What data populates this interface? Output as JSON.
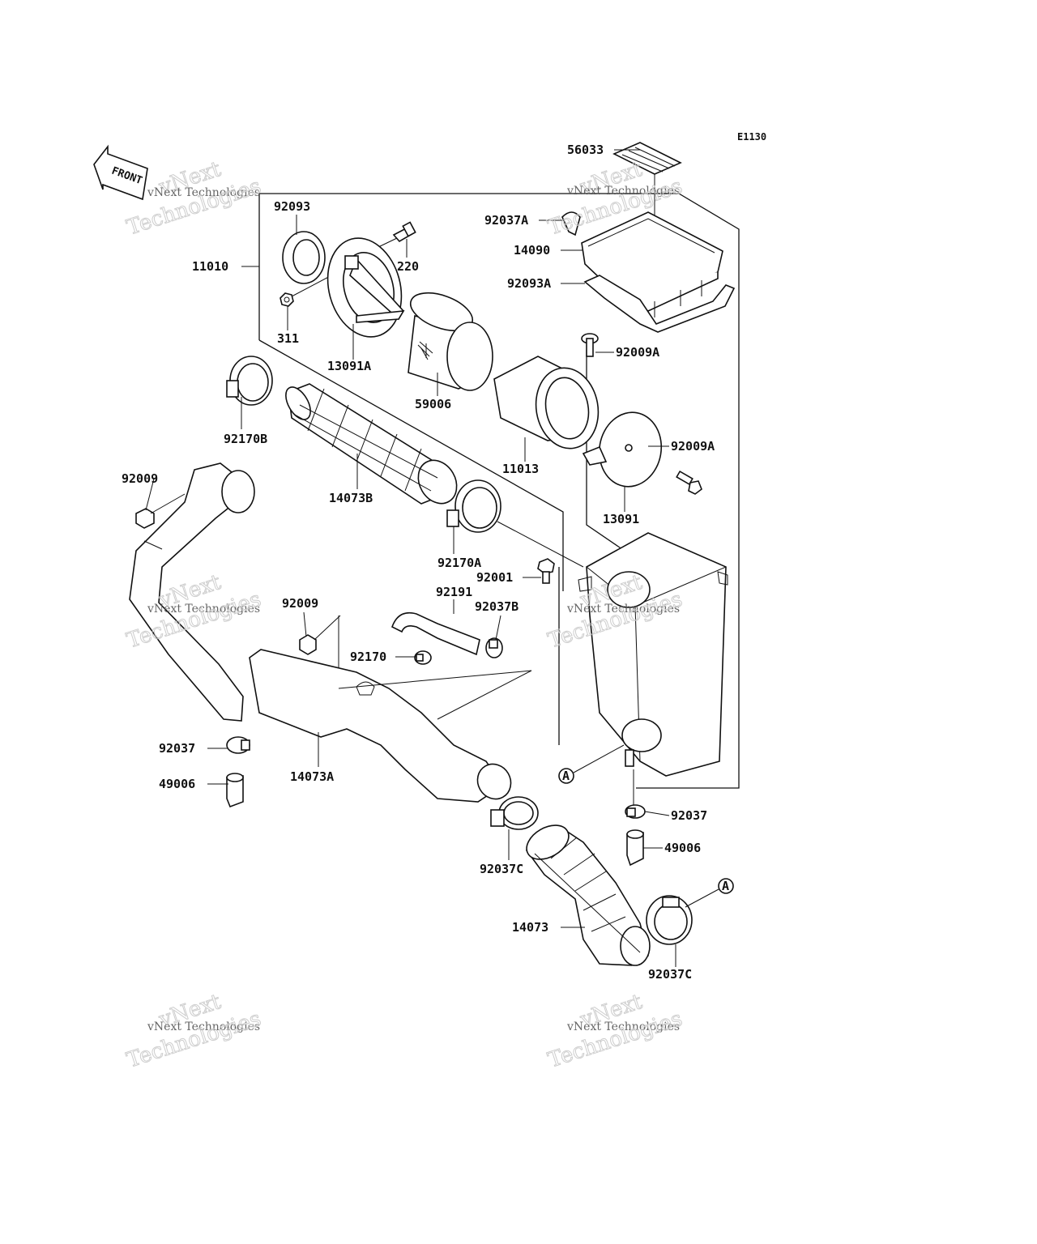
{
  "diagram_code": "E1130",
  "front_label": "FRONT",
  "watermark": {
    "line1": "vNext",
    "line2": "vNext Technologies",
    "line3": "Technologies"
  },
  "callout_marker": "A",
  "parts": {
    "p56033": "56033",
    "p92093": "92093",
    "p92037A": "92037A",
    "p220": "220",
    "p14090": "14090",
    "p11010": "11010",
    "p92093A": "92093A",
    "p311": "311",
    "p13091A": "13091A",
    "p92009A_top": "92009A",
    "p59006": "59006",
    "p92170B": "92170B",
    "p11013": "11013",
    "p92009A_side": "92009A",
    "p92009_upper": "92009",
    "p14073B": "14073B",
    "p13091": "13091",
    "p92170A": "92170A",
    "p92001": "92001",
    "p92191": "92191",
    "p92037B": "92037B",
    "p92009_lower": "92009",
    "p92170": "92170",
    "p92037_left": "92037",
    "p14073A": "14073A",
    "p49006_left": "49006",
    "p92037_right": "92037",
    "p49006_right": "49006",
    "p92037C_left": "92037C",
    "p14073": "14073",
    "p92037C_right": "92037C"
  }
}
